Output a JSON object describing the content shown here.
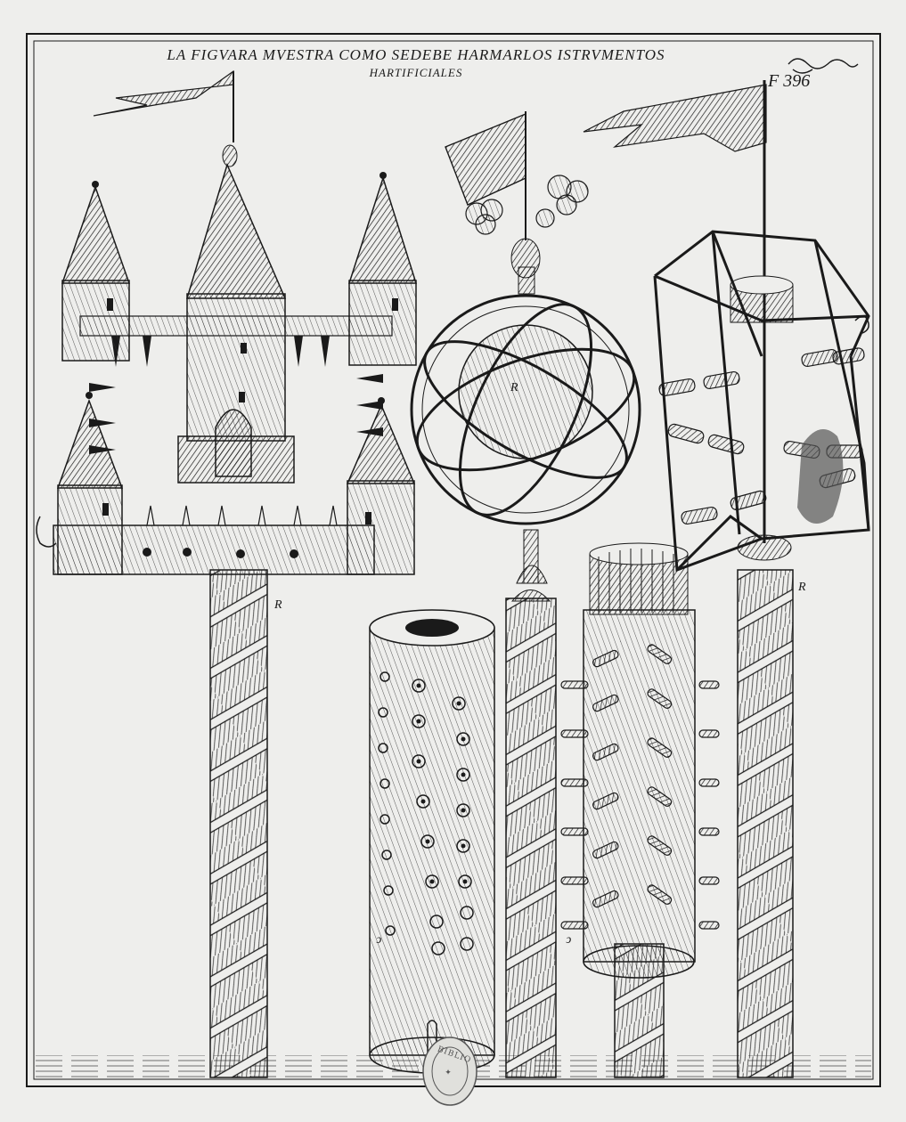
{
  "title": {
    "line1": "LA FIGVARA MVESTRA COMO SEDEBE HARMARLOS ISTRVMENTOS",
    "line2": "HARTIFICIALES"
  },
  "folio": "F 396",
  "labels": {
    "castle_pole": "R",
    "armillary_globe": "R",
    "cage_pole": "R",
    "tube_left": "ↄ",
    "tube_right": "ↄ"
  },
  "stamp": "BIBLIO",
  "colors": {
    "ink": "#1a1a1a",
    "paper": "#eeeeec"
  }
}
